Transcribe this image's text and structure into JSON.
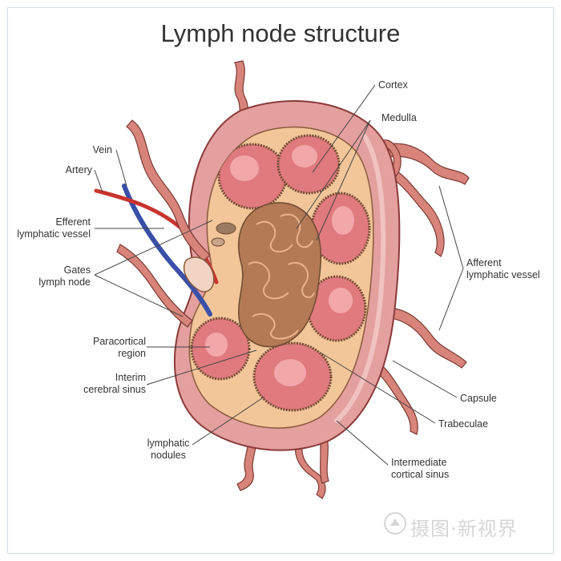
{
  "title": "Lymph node structure",
  "labels": {
    "cortex": "Cortex",
    "medulla": "Medulla",
    "vein": "Vein",
    "artery": "Artery",
    "efferent_line1": "Efferent",
    "efferent_line2": "lymphatic vessel",
    "gates_line1": "Gates",
    "gates_line2": "lymph node",
    "afferent_line1": "Afferent",
    "afferent_line2": "lymphatic vessel",
    "paracortical_line1": "Paracortical",
    "paracortical_line2": "region",
    "interim_line1": "Interim",
    "interim_line2": "cerebral sinus",
    "capsule": "Capsule",
    "trabeculae": "Trabeculae",
    "nodules_line1": "lymphatic",
    "nodules_line2": "nodules",
    "intermediate_line1": "Intermediate",
    "intermediate_line2": "cortical sinus"
  },
  "watermark": "摄图·新视界",
  "colors": {
    "capsule": "#e3a09f",
    "capsule_edge": "#8a3a3a",
    "cortex": "#f3c69a",
    "nodule": "#e07a7e",
    "nodule_light": "#f2a7a9",
    "trabeculae": "#8a5a3c",
    "medulla": "#b37a55",
    "vein": "#3a4fa8",
    "artery": "#c9342e",
    "vessel": "#d8847a",
    "leader": "#444444"
  },
  "icons": [
    "watermark-logo-icon"
  ]
}
